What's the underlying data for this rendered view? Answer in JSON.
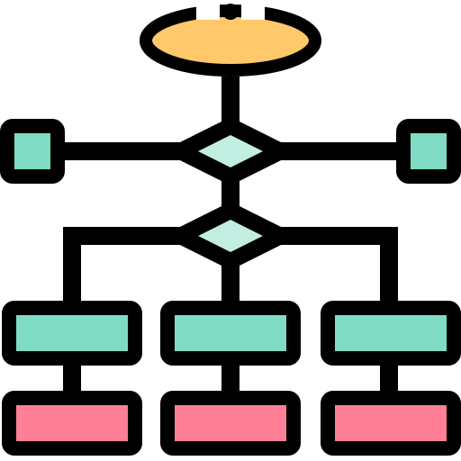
{
  "icon": {
    "name": "flowchart-icon",
    "shapes": {
      "start_terminal": "ellipse",
      "decision_nodes": [
        "diamond",
        "diamond"
      ],
      "side_boxes": [
        "square",
        "square"
      ],
      "process_boxes": [
        "rectangle",
        "rectangle",
        "rectangle"
      ],
      "output_boxes": [
        "rectangle",
        "rectangle",
        "rectangle"
      ]
    }
  },
  "colors": {
    "outline": "#000000",
    "background": "#ffffff",
    "terminal_fill": "#ffc96b",
    "decision_fill": "#c2eee2",
    "process_fill": "#80dbc4",
    "output_fill": "#ff7f96"
  }
}
